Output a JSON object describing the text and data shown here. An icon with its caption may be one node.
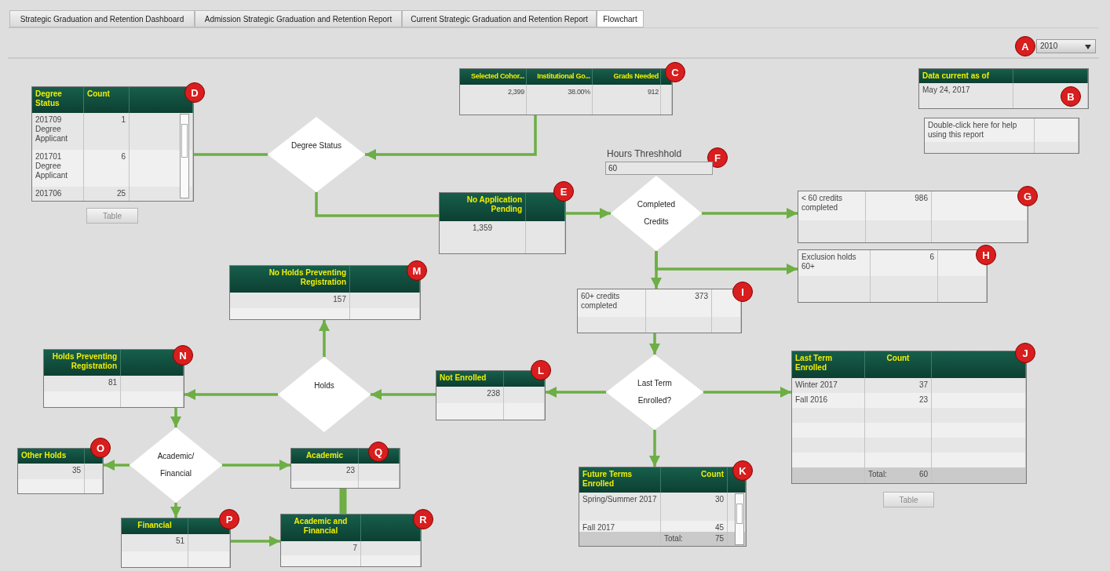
{
  "diagram": {
    "nodes": [
      {
        "text": [
          "Selected Cohor...",
          "Institutional Go...",
          "Grads Needed",
          "2,399",
          "38.00%",
          "912"
        ]
      },
      {
        "text": [
          "Data current as of",
          "May 24, 2017"
        ]
      },
      {
        "text": [
          "Degree Status",
          "Count",
          "201709 Degree Applicant",
          "1",
          "201701 Degree Applicant",
          "6",
          "201706",
          "25"
        ]
      },
      {
        "text": [
          "Double-click here for help using this report"
        ]
      },
      {
        "text": [
          "Degree Status"
        ]
      },
      {
        "text": [
          "No Application Pending",
          "1,359"
        ]
      },
      {
        "text": [
          "Completed Credits"
        ]
      },
      {
        "text": [
          "< 60 credits completed",
          "986"
        ]
      },
      {
        "text": [
          "Exclusion holds 60+",
          "6"
        ]
      },
      {
        "text": [
          "No Holds Preventing Registration",
          "157"
        ]
      },
      {
        "text": [
          "60+ credits completed",
          "373"
        ]
      },
      {
        "text": [
          "Holds Preventing Registration",
          "81"
        ]
      },
      {
        "text": [
          "Holds"
        ]
      },
      {
        "text": [
          "Not Enrolled",
          "238"
        ]
      },
      {
        "text": [
          "Last Term Enrolled?"
        ]
      },
      {
        "text": [
          "Last Term Enrolled",
          "Count",
          "Winter 2017",
          "37",
          "Fall 2016",
          "23",
          "Total:",
          "60"
        ]
      },
      {
        "text": [
          "Academic/ Financial"
        ]
      },
      {
        "text": [
          "Other Holds",
          "35"
        ]
      },
      {
        "text": [
          "Academic",
          "23"
        ]
      },
      {
        "text": [
          "Future Terms Enrolled",
          "Count",
          "Spring/Summer 2017",
          "30",
          "Fall 2017",
          "45",
          "Total:",
          "75"
        ]
      },
      {
        "text": [
          "Financial",
          "51"
        ]
      },
      {
        "text": [
          "Academic and Financial",
          "7"
        ]
      }
    ],
    "edges": [
      {
        "from": 0,
        "to": 4,
        "arrow": "to"
      },
      {
        "from": 4,
        "to": 2,
        "arrow": "none"
      },
      {
        "from": 4,
        "to": 5,
        "arrow": "none"
      },
      {
        "from": 5,
        "to": 6,
        "arrow": "to"
      },
      {
        "from": 6,
        "to": 7,
        "arrow": "to"
      },
      {
        "from": 6,
        "to": 8,
        "arrow": "to"
      },
      {
        "from": 6,
        "to": 10,
        "arrow": "to"
      },
      {
        "from": 10,
        "to": 14,
        "arrow": "to"
      },
      {
        "from": 14,
        "to": 15,
        "arrow": "to"
      },
      {
        "from": 14,
        "to": 13,
        "arrow": "to"
      },
      {
        "from": 14,
        "to": 19,
        "arrow": "to"
      },
      {
        "from": 13,
        "to": 12,
        "arrow": "to"
      },
      {
        "from": 12,
        "to": 9,
        "arrow": "to"
      },
      {
        "from": 12,
        "to": 11,
        "arrow": "to"
      },
      {
        "from": 11,
        "to": 16,
        "arrow": "to"
      },
      {
        "from": 16,
        "to": 17,
        "arrow": "to"
      },
      {
        "from": 16,
        "to": 18,
        "arrow": "to"
      },
      {
        "from": 16,
        "to": 20,
        "arrow": "to"
      },
      {
        "from": 20,
        "to": 21,
        "arrow": "to"
      },
      {
        "from": 18,
        "to": 21,
        "arrow": "none",
        "style": "thick"
      }
    ],
    "labels": [
      "Strategic Graduation and Retention Dashboard",
      "Admission Strategic Graduation and Retention Report",
      "Current Strategic Graduation and Retention Report",
      "Flowchart",
      "A",
      "2010",
      "C",
      "D",
      "B",
      "Hours Threshhold",
      "F",
      "60",
      "E",
      "G",
      "Table",
      "H",
      "M",
      "I",
      "N",
      "L",
      "J",
      "O",
      "Q",
      "K",
      "Table",
      "P",
      "R"
    ]
  }
}
